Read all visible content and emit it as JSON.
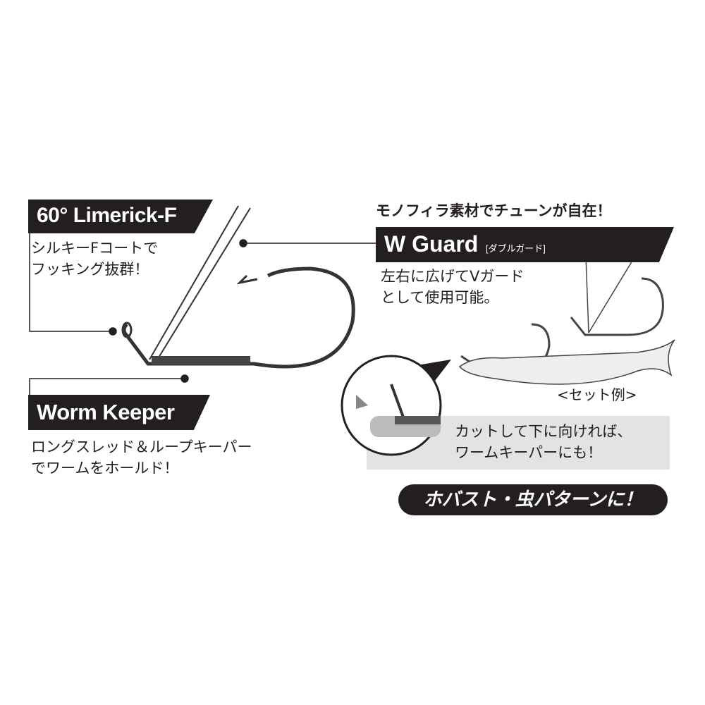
{
  "left_top": {
    "title": "60° Limerick-F",
    "lines": [
      "シルキーFコートで",
      "フッキング抜群！"
    ]
  },
  "left_bottom": {
    "title": "Worm Keeper",
    "lines": [
      "ロングスレッド＆ループキーパー",
      "でワームをホールド！"
    ]
  },
  "right": {
    "headline": "モノフィラ素材でチューンが自在！",
    "title": "W Guard",
    "title_sub": "[ダブルガード]",
    "lines": [
      "左右に広げてVガード",
      "として使用可能。"
    ],
    "set_example": "<セット例>",
    "cut_lines": [
      "カットして下に向ければ、",
      "ワームキーパーにも！"
    ],
    "badge": "ホバスト・虫パターンに！"
  },
  "colors": {
    "ink": "#231f20",
    "panel": "#e3e3e3"
  }
}
